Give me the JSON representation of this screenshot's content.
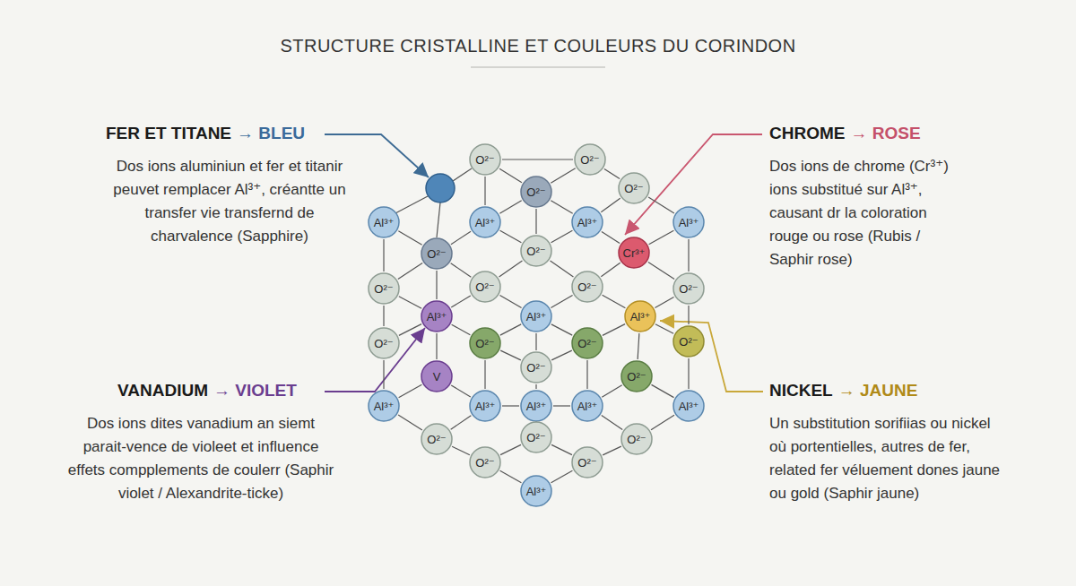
{
  "diagram": {
    "title": "STRUCTURE CRISTALLINE ET COULEURS DU CORINDON",
    "nodes": [
      {
        "text": [
          "O²⁻"
        ]
      },
      {
        "text": [
          "O²⁻"
        ]
      },
      {
        "text": [
          "O²⁻"
        ]
      },
      {
        "text": [
          "O²⁻"
        ]
      },
      {
        "text": [
          "Al³⁺"
        ]
      },
      {
        "text": [
          "Al³⁺"
        ]
      },
      {
        "text": [
          "Al³⁺"
        ]
      },
      {
        "text": [
          "Al³⁺"
        ]
      },
      {
        "text": [
          "O²⁻"
        ]
      },
      {
        "text": [
          "O²⁻"
        ]
      },
      {
        "text": [
          "Cr³⁺"
        ]
      },
      {
        "text": [
          "O²⁻"
        ]
      },
      {
        "text": [
          "O²⁻"
        ]
      },
      {
        "text": [
          "O²⁻"
        ]
      },
      {
        "text": [
          "O²⁻"
        ]
      },
      {
        "text": [
          "Al³⁺"
        ]
      },
      {
        "text": [
          "Al³⁺"
        ]
      },
      {
        "text": [
          "Al³⁺"
        ]
      },
      {
        "text": [
          "O²⁻"
        ]
      },
      {
        "text": [
          "O²⁻"
        ]
      },
      {
        "text": [
          "O²⁻"
        ]
      },
      {
        "text": [
          "O²⁻"
        ]
      },
      {
        "text": [
          "O²⁻"
        ]
      },
      {
        "text": [
          "V"
        ]
      },
      {
        "text": [
          "O²⁻"
        ]
      },
      {
        "text": [
          "Al³⁺"
        ]
      },
      {
        "text": [
          "Al³⁺"
        ]
      },
      {
        "text": [
          "Al³⁺"
        ]
      },
      {
        "text": [
          "Al³⁺"
        ]
      },
      {
        "text": [
          "Al³⁺"
        ]
      },
      {
        "text": [
          "O²⁻"
        ]
      },
      {
        "text": [
          "O²⁻"
        ]
      },
      {
        "text": [
          "O²⁻"
        ]
      },
      {
        "text": [
          "O²⁻"
        ]
      },
      {
        "text": [
          "O²⁻"
        ]
      },
      {
        "text": [
          "Al³⁺"
        ]
      }
    ],
    "edges": [
      {
        "from": 0,
        "to": 1,
        "arrow": "none"
      },
      {
        "from": 0,
        "to": 2,
        "arrow": "none"
      },
      {
        "from": 1,
        "to": 2,
        "arrow": "none"
      },
      {
        "from": 1,
        "to": 3,
        "arrow": "none"
      },
      {
        "from": 0,
        "to": 5,
        "arrow": "none"
      },
      {
        "from": 2,
        "to": 5,
        "arrow": "none"
      },
      {
        "from": 2,
        "to": 6,
        "arrow": "none"
      },
      {
        "from": 3,
        "to": 6,
        "arrow": "none"
      },
      {
        "from": 3,
        "to": 7,
        "arrow": "none"
      },
      {
        "from": 2,
        "to": 9,
        "arrow": "none"
      },
      {
        "from": 4,
        "to": 8,
        "arrow": "none"
      },
      {
        "from": 5,
        "to": 8,
        "arrow": "none"
      },
      {
        "from": 5,
        "to": 9,
        "arrow": "none"
      },
      {
        "from": 6,
        "to": 9,
        "arrow": "none"
      },
      {
        "from": 6,
        "to": 10,
        "arrow": "none"
      },
      {
        "from": 7,
        "to": 10,
        "arrow": "none"
      },
      {
        "from": 4,
        "to": 11,
        "arrow": "none"
      },
      {
        "from": 8,
        "to": 11,
        "arrow": "none"
      },
      {
        "from": 8,
        "to": 12,
        "arrow": "none"
      },
      {
        "from": 9,
        "to": 12,
        "arrow": "none"
      },
      {
        "from": 9,
        "to": 13,
        "arrow": "none"
      },
      {
        "from": 10,
        "to": 13,
        "arrow": "none"
      },
      {
        "from": 10,
        "to": 14,
        "arrow": "none"
      },
      {
        "from": 7,
        "to": 14,
        "arrow": "none"
      },
      {
        "from": 8,
        "to": 15,
        "arrow": "none"
      },
      {
        "from": 11,
        "to": 15,
        "arrow": "none"
      },
      {
        "from": 12,
        "to": 15,
        "arrow": "none"
      },
      {
        "from": 12,
        "to": 16,
        "arrow": "none"
      },
      {
        "from": 13,
        "to": 16,
        "arrow": "none"
      },
      {
        "from": 13,
        "to": 17,
        "arrow": "none"
      },
      {
        "from": 14,
        "to": 17,
        "arrow": "none"
      },
      {
        "from": 11,
        "to": 18,
        "arrow": "none"
      },
      {
        "from": 15,
        "to": 18,
        "arrow": "none"
      },
      {
        "from": 15,
        "to": 19,
        "arrow": "none"
      },
      {
        "from": 16,
        "to": 19,
        "arrow": "none"
      },
      {
        "from": 16,
        "to": 20,
        "arrow": "none"
      },
      {
        "from": 17,
        "to": 20,
        "arrow": "none"
      },
      {
        "from": 17,
        "to": 21,
        "arrow": "none"
      },
      {
        "from": 14,
        "to": 21,
        "arrow": "none"
      },
      {
        "from": 15,
        "to": 23,
        "arrow": "none"
      },
      {
        "from": 16,
        "to": 22,
        "arrow": "none"
      },
      {
        "from": 19,
        "to": 22,
        "arrow": "none"
      },
      {
        "from": 20,
        "to": 22,
        "arrow": "none"
      },
      {
        "from": 17,
        "to": 24,
        "arrow": "none"
      },
      {
        "from": 18,
        "to": 25,
        "arrow": "none"
      },
      {
        "from": 23,
        "to": 25,
        "arrow": "none"
      },
      {
        "from": 23,
        "to": 26,
        "arrow": "none"
      },
      {
        "from": 19,
        "to": 26,
        "arrow": "none"
      },
      {
        "from": 22,
        "to": 27,
        "arrow": "none"
      },
      {
        "from": 20,
        "to": 28,
        "arrow": "none"
      },
      {
        "from": 24,
        "to": 28,
        "arrow": "none"
      },
      {
        "from": 24,
        "to": 29,
        "arrow": "none"
      },
      {
        "from": 21,
        "to": 29,
        "arrow": "none"
      },
      {
        "from": 26,
        "to": 27,
        "arrow": "none"
      },
      {
        "from": 27,
        "to": 28,
        "arrow": "none"
      },
      {
        "from": 25,
        "to": 30,
        "arrow": "none"
      },
      {
        "from": 26,
        "to": 30,
        "arrow": "none"
      },
      {
        "from": 27,
        "to": 31,
        "arrow": "none"
      },
      {
        "from": 28,
        "to": 32,
        "arrow": "none"
      },
      {
        "from": 29,
        "to": 32,
        "arrow": "none"
      },
      {
        "from": 30,
        "to": 33,
        "arrow": "none"
      },
      {
        "from": 31,
        "to": 33,
        "arrow": "none"
      },
      {
        "from": 31,
        "to": 34,
        "arrow": "none"
      },
      {
        "from": 32,
        "to": 34,
        "arrow": "none"
      },
      {
        "from": 33,
        "to": 35,
        "arrow": "none"
      },
      {
        "from": 34,
        "to": 35,
        "arrow": "none"
      }
    ],
    "labels": [
      "FER ET TITANE",
      "→ BLEU",
      "Dos ions aluminiun et fer et titanir peuvet remplacer Al³⁺, créantte un transfer vie transfernd de charvalence (Sapphire)",
      "CHROME",
      "→ ROSE",
      "Dos ions de chrome (Cr³⁺) ions substitué sur Al³⁺, causant dr la coloration rouge ou rose (Rubis / Saphir rose)",
      "VANADIUM",
      "→ VIOLET",
      "Dos ions dites vanadium an siemt parait-vence de violeet et influence effets compplements de coulerr (Saphir violet / Alexandrite-ticke)",
      "NICKEL",
      "→ JAUNE",
      "Un substitution sorifiias ou nickel où portentielles, autres de fer, related fer véluement dones jaune ou gold (Saphir jaune)"
    ]
  }
}
